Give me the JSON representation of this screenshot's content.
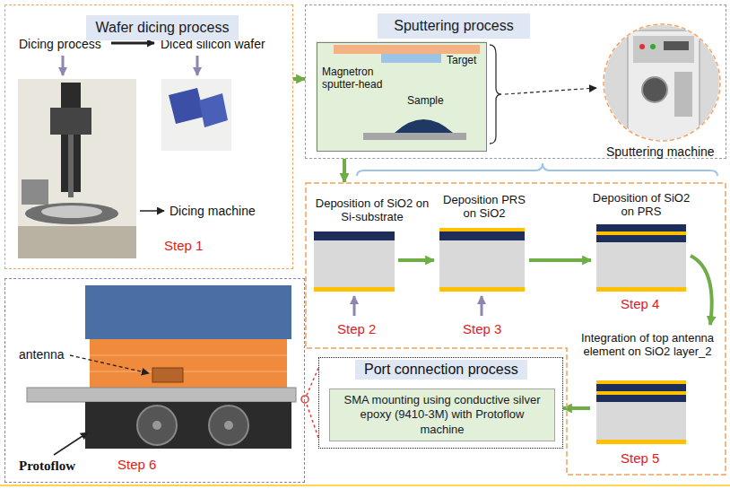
{
  "diagram": {
    "nodes": [
      {
        "text": [
          "Dicing process",
          "Diced silicon wafer",
          "Dicing machine",
          "Step 1"
        ]
      },
      {
        "text": [
          "Wafer dicing process"
        ],
        "in": 0
      },
      {
        "text": [
          "Sputtering machine"
        ]
      },
      {
        "text": [
          "Sputtering process"
        ],
        "in": 2
      },
      {
        "text": [
          "Target",
          "Magnetron sputter-head",
          "Sample"
        ],
        "in": 2
      },
      {
        "text": [
          "Deposition of SiO2 on Si-substrate",
          "Step 2",
          "Deposition PRS on SiO2",
          "Step 3",
          "Deposition of SiO2 on PRS",
          "Step 4",
          "Integration of top antenna element on SiO2 layer_2",
          "Step 5"
        ]
      },
      {
        "text": [
          "Port connection process"
        ]
      },
      {
        "text": [
          "SMA mounting using conductive silver epoxy (9410-3M) with Protoflow machine"
        ],
        "in": 6
      },
      {
        "text": [
          "antenna",
          "Protoflow",
          "Step 6"
        ]
      }
    ],
    "edges": [
      {
        "from": 0,
        "to": 2,
        "arrow": "to"
      },
      {
        "from": 2,
        "to": 5,
        "arrow": "to"
      },
      {
        "from": 5,
        "to": 6,
        "arrow": "to"
      },
      {
        "from": 6,
        "to": 8,
        "arrow": "none"
      }
    ]
  }
}
